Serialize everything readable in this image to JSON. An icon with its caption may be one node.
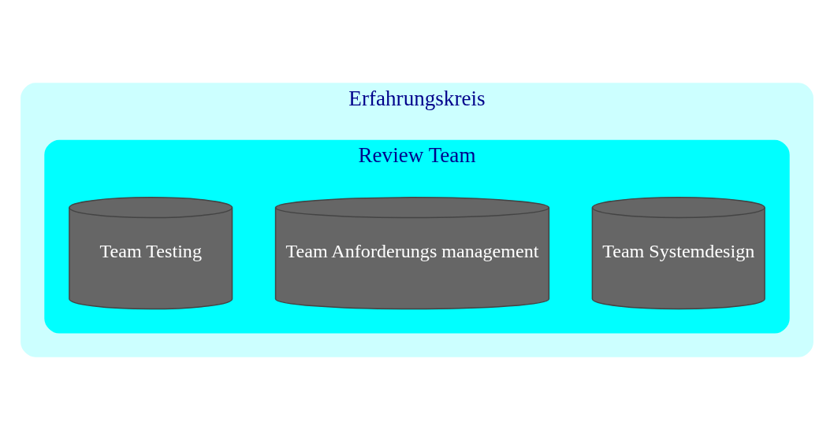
{
  "diagram": {
    "nodes": [
      {
        "text": [
          "Erfahrungskreis"
        ]
      },
      {
        "text": [
          "Review Team"
        ],
        "in": 0
      },
      {
        "text": [
          "Team Systemdesign"
        ],
        "in": 1
      },
      {
        "text": [
          "Team Anforderungs management"
        ],
        "in": 1
      },
      {
        "text": [
          "Team Testing"
        ],
        "in": 1
      }
    ],
    "edges": []
  }
}
